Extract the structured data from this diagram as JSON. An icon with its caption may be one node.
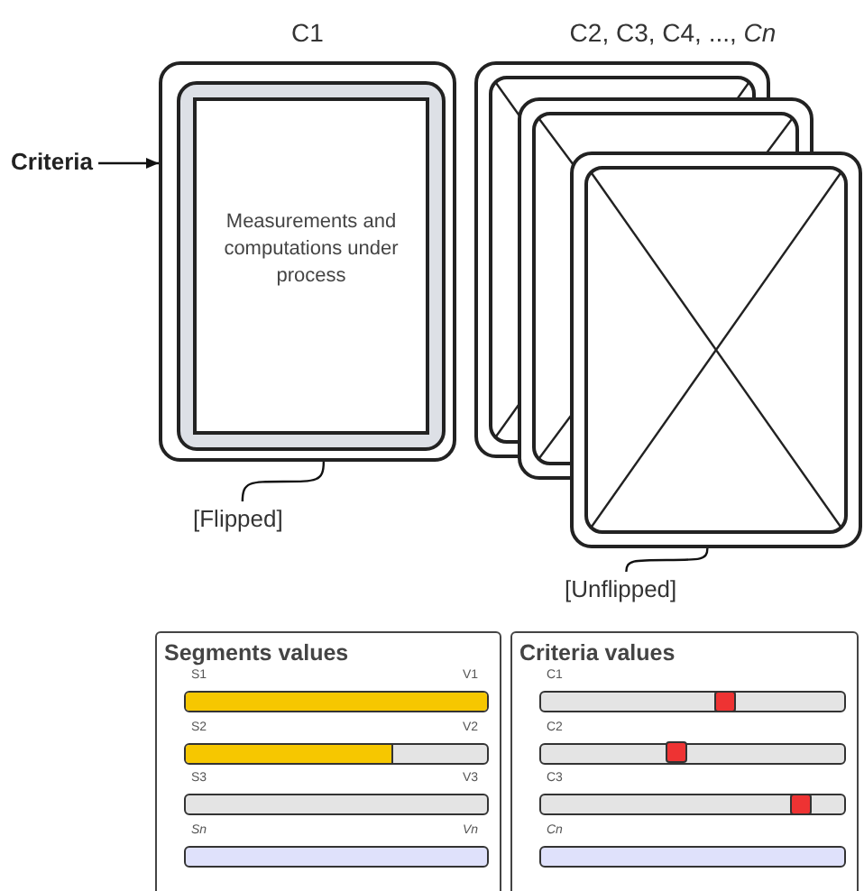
{
  "diagram": {
    "nodes": [
      {
        "text": [
          "C1"
        ]
      },
      {
        "text": [
          "Measurements and computations under process"
        ],
        "in": 0
      },
      {
        "text": [
          "Criteria"
        ]
      },
      {
        "text": [
          "[Flipped]"
        ]
      },
      {
        "text": [
          "C2, C3, C4, ..., *Cn*"
        ]
      },
      {
        "text": [],
        "shape": "box"
      },
      {
        "text": [],
        "shape": "box"
      },
      {
        "text": [
          "[Unflipped]"
        ]
      },
      {
        "text": [
          "Segments values"
        ]
      },
      {
        "text": [],
        "shape": "bar",
        "in": 8,
        "beside": [
          "S1",
          "V1"
        ]
      },
      {
        "text": [],
        "shape": "bar",
        "in": 8,
        "beside": [
          "S2",
          "V2"
        ]
      },
      {
        "text": [],
        "shape": "bar",
        "in": 8,
        "beside": [
          "S3",
          "V3"
        ]
      },
      {
        "text": [],
        "shape": "bar",
        "in": 8,
        "beside": [
          "Sn",
          "Vn"
        ]
      },
      {
        "text": [
          "Criteria values"
        ]
      },
      {
        "text": [],
        "shape": "bar",
        "in": 13,
        "beside": [
          "C1"
        ]
      },
      {
        "text": [],
        "shape": "bar",
        "in": 13,
        "beside": [
          "C2"
        ]
      },
      {
        "text": [],
        "shape": "bar",
        "in": 13,
        "beside": [
          "C3"
        ]
      },
      {
        "text": [],
        "shape": "bar",
        "in": 13,
        "beside": [
          "Cn"
        ]
      }
    ],
    "edges": [
      {
        "from": 2,
        "to": 0,
        "arrow": "to"
      },
      {
        "from": 3,
        "to": 0,
        "arrow": "none"
      },
      {
        "from": 7,
        "to": 6,
        "arrow": "none"
      }
    ]
  }
}
